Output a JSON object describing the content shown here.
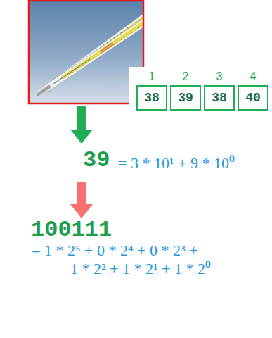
{
  "diagram": {
    "nodes": [
      {
        "text": [
          "1",
          "38"
        ]
      },
      {
        "text": [
          "2",
          "39"
        ]
      },
      {
        "text": [
          "3",
          "38"
        ]
      },
      {
        "text": [
          "4",
          "40"
        ]
      }
    ],
    "labels": [
      "39",
      "= 3 * 10¹ + 9 * 10⁰",
      "100111",
      "= 1 * 2⁵ + 0 * 2⁴ + 0 * 2³ + 1 * 2² + 1 * 2¹ + 1 * 2⁰"
    ]
  }
}
